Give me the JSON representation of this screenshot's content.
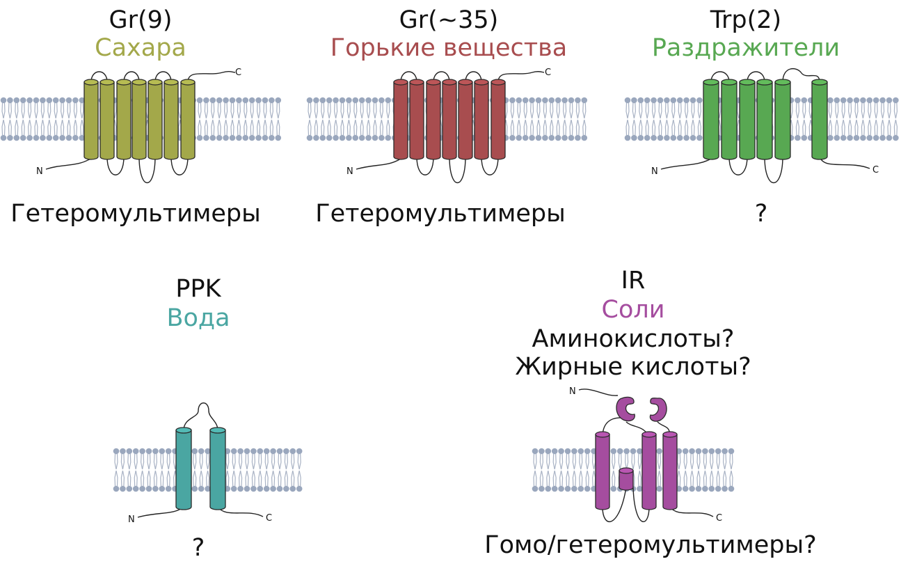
{
  "receptors": [
    {
      "id": "gr9",
      "name": "Gr(9)",
      "ligand": "Сахара",
      "oligomer": "Гетеромультимеры",
      "color": "#a3a84a",
      "n_label": "N",
      "c_label": "C"
    },
    {
      "id": "gr35",
      "name": "Gr(~35)",
      "ligand": "Горькие вещества",
      "oligomer": "Гетеромультимеры",
      "color": "#a84d4f",
      "n_label": "N",
      "c_label": "C"
    },
    {
      "id": "trp",
      "name": "Trp(2)",
      "ligand": "Раздражители",
      "oligomer": "?",
      "color": "#58a852",
      "n_label": "N",
      "c_label": "C"
    },
    {
      "id": "ppk",
      "name": "PPK",
      "ligand": "Вода",
      "oligomer": "?",
      "color": "#4aa6a2",
      "n_label": "N",
      "c_label": "C"
    },
    {
      "id": "ir",
      "name": "IR",
      "ligand": "Соли",
      "ligand_extra": [
        "Аминокислоты?",
        "Жирные кислоты?"
      ],
      "oligomer": "Гомо/гетеромультимеры?",
      "color": "#a54d9f",
      "n_label": "N",
      "c_label": "C"
    }
  ],
  "colors": {
    "lipid_head": "#9aa7bd",
    "lipid_tail": "#a8b2c4",
    "text": "#111111"
  }
}
